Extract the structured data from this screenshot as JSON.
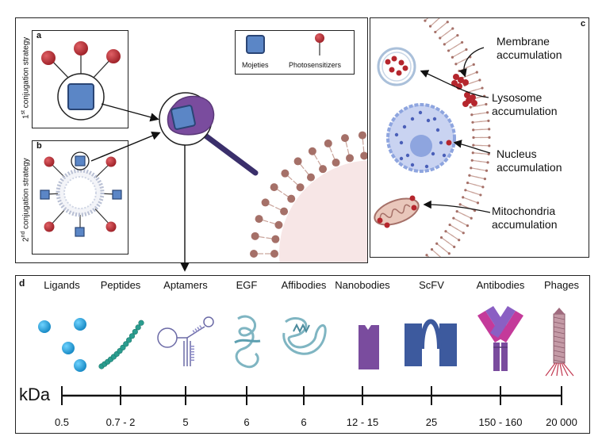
{
  "panels": {
    "a": {
      "letter": "a",
      "strategy_main": "1",
      "strategy_sup": "st",
      "strategy_rest": " conjugation strategy"
    },
    "b": {
      "letter": "b",
      "strategy_main": "2",
      "strategy_sup": "nd",
      "strategy_rest": " conjugation strategy"
    },
    "c": {
      "letter": "c"
    },
    "d": {
      "letter": "d"
    }
  },
  "legend": {
    "moieties": "Mojeties",
    "photosensitizers": "Photosensitizers"
  },
  "accumulation": {
    "membrane": [
      "Membrane",
      "accumulation"
    ],
    "lysosome": [
      "Lysosome",
      "accumulation"
    ],
    "nucleus": [
      "Nucleus",
      "accumulation"
    ],
    "mitochondria": [
      "Mitochondria",
      "accumulation"
    ]
  },
  "scale": {
    "unit": "kDa",
    "items": [
      {
        "name": "Ligands",
        "kda": "0.5"
      },
      {
        "name": "Peptides",
        "kda": "0.7 - 2"
      },
      {
        "name": "Aptamers",
        "kda": "5"
      },
      {
        "name": "EGF",
        "kda": "6"
      },
      {
        "name": "Affibodies",
        "kda": "6"
      },
      {
        "name": "Nanobodies",
        "kda": "12 - 15"
      },
      {
        "name": "ScFV",
        "kda": "25"
      },
      {
        "name": "Antibodies",
        "kda": "150 - 160"
      },
      {
        "name": "Phages",
        "kda": "20 000"
      }
    ]
  },
  "colors": {
    "moiety": "#5b86c6",
    "photosensitizer": "#b5262d",
    "carrier": "#7a4c9e",
    "membrane": "#c9a39a",
    "membrane_head": "#a57068",
    "ligand": "#2aa0d6",
    "peptide": "#2a9d8f",
    "nanobody": "#7a4c9e",
    "scfv": "#3d5a9e",
    "nucleus": "#8ea5df"
  }
}
